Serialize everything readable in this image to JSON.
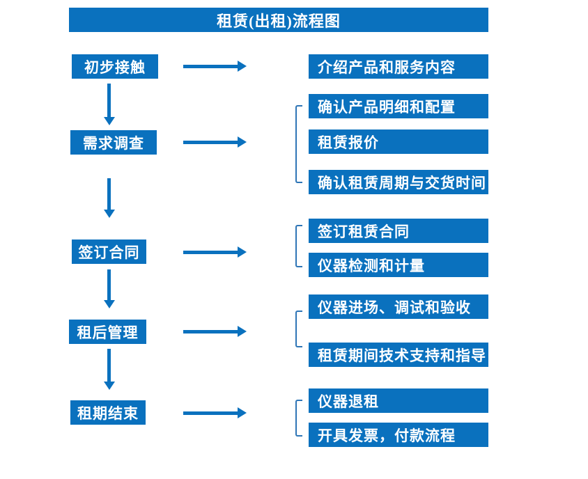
{
  "title": "租赁(出租)流程图",
  "colors": {
    "primary_blue": "#0a71be",
    "bracket_blue": "#2e75b6",
    "text_white": "#ffffff",
    "background": "#ffffff"
  },
  "flow": [
    {
      "step": "初步接触",
      "details": [
        "介绍产品和服务内容"
      ]
    },
    {
      "step": "需求调查",
      "details": [
        "确认产品明细和配置",
        "租赁报价",
        "确认租赁周期与交货时间"
      ]
    },
    {
      "step": "签订合同",
      "details": [
        "签订租赁合同",
        "仪器检测和计量"
      ]
    },
    {
      "step": "租后管理",
      "details": [
        "仪器进场、调试和验收",
        "租赁期间技术支持和指导"
      ]
    },
    {
      "step": "租期结束",
      "details": [
        "仪器退租",
        "开具发票，付款流程"
      ]
    }
  ]
}
